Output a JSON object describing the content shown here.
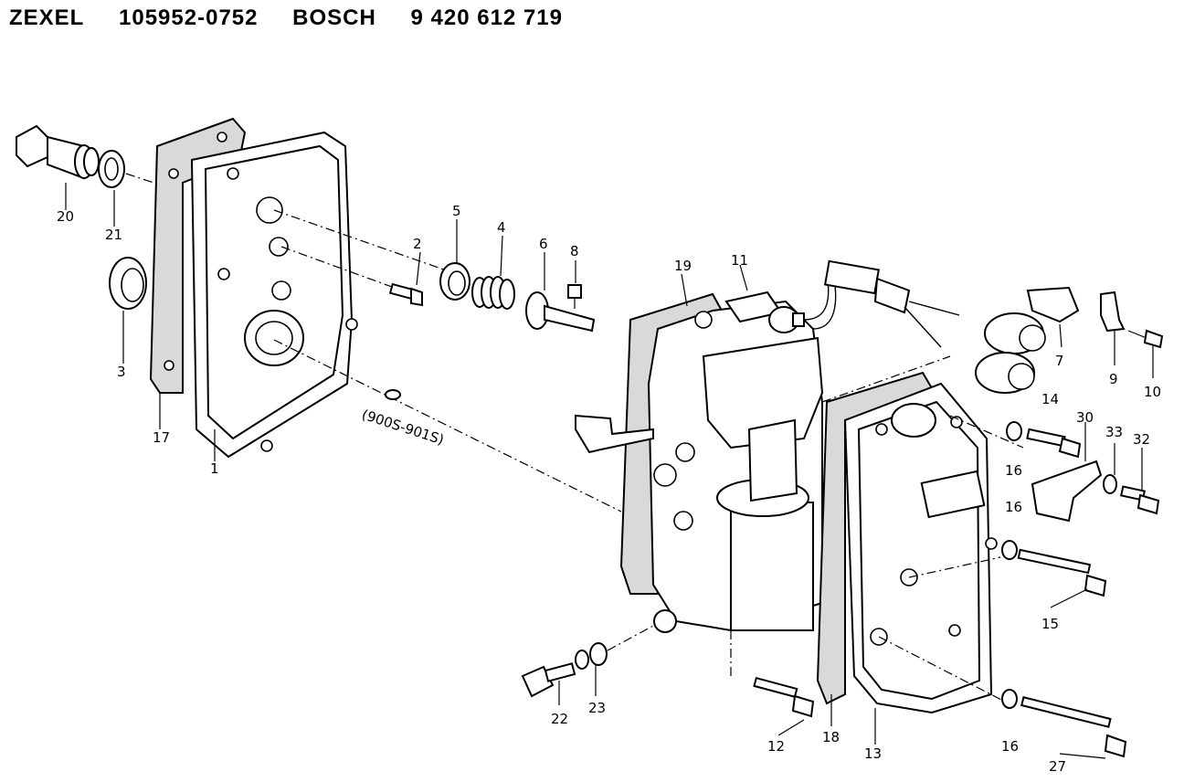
{
  "header": {
    "brand1": "ZEXEL",
    "code1": "105952-0752",
    "brand2": "BOSCH",
    "code2": "9 420 612 719"
  },
  "callouts": [
    "20",
    "21",
    "3",
    "17",
    "1",
    "2",
    "5",
    "4",
    "6",
    "8",
    "19",
    "11",
    "7",
    "9",
    "10",
    "14",
    "30",
    "33",
    "32",
    "16",
    "16",
    "15",
    "22",
    "23",
    "12",
    "18",
    "13",
    "16",
    "27"
  ],
  "note": "(900S-901S)"
}
